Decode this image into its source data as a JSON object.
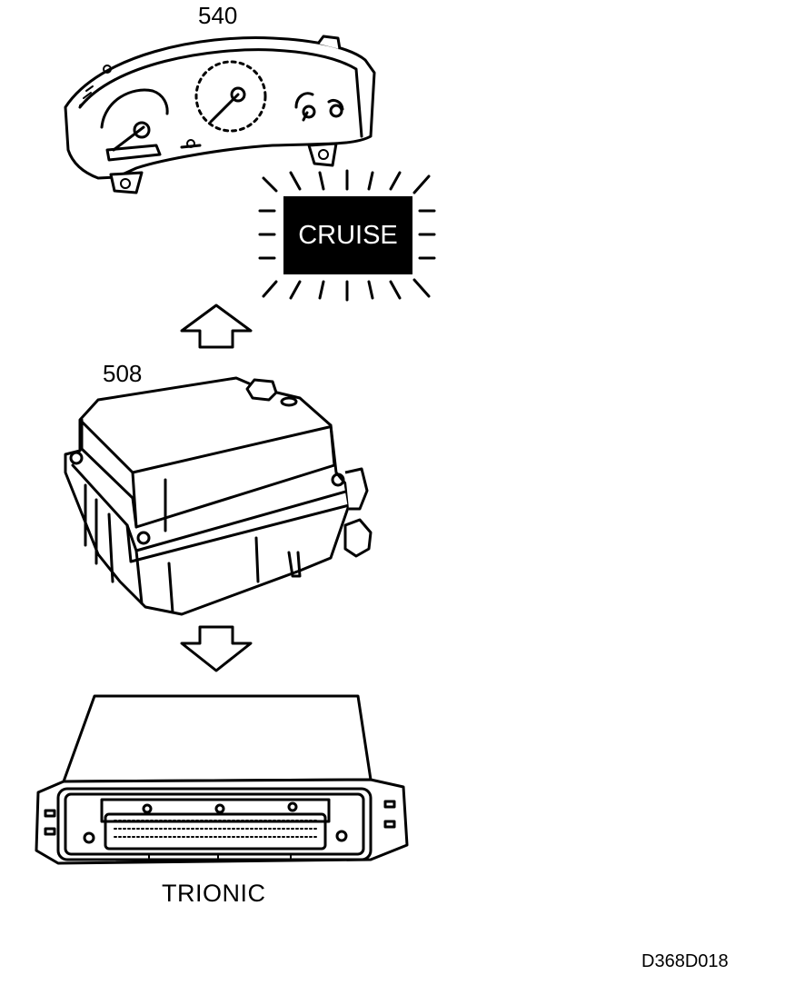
{
  "labels": {
    "cluster": "540",
    "module": "508",
    "ecu": "TRIONIC",
    "cruise_indicator": "CRUISE",
    "reference": "D368D018"
  },
  "colors": {
    "line": "#000000",
    "background": "#ffffff",
    "cruise_box": "#000000",
    "cruise_text": "#ffffff"
  }
}
